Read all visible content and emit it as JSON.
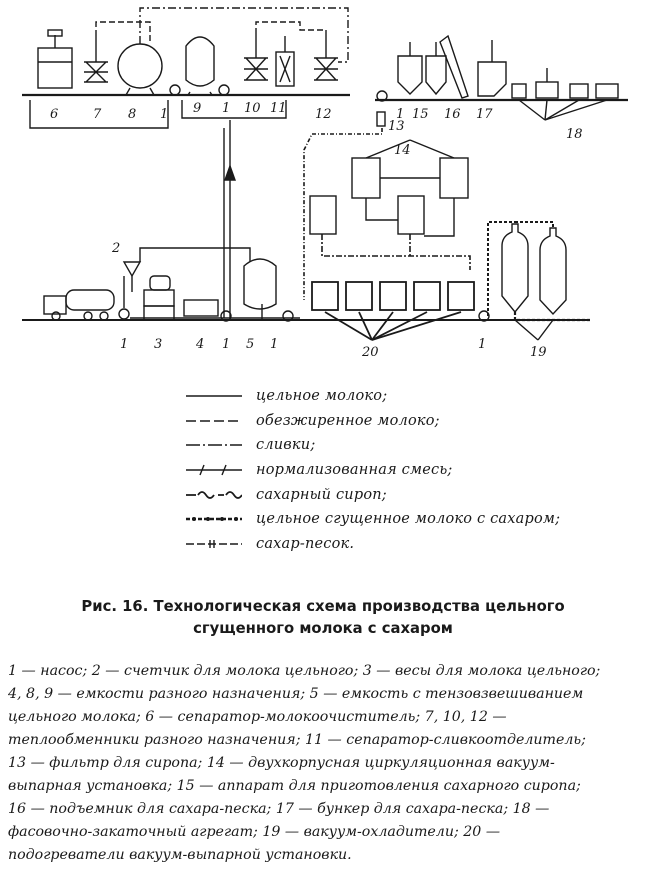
{
  "diagram": {
    "numbers": {
      "n6": "6",
      "n7": "7",
      "n8": "8",
      "n1a": "1",
      "n9": "9",
      "n1b": "1",
      "n10": "10",
      "n11": "11",
      "n12": "12",
      "n13": "13",
      "n1c": "1",
      "n15": "15",
      "n16": "16",
      "n17": "17",
      "n18": "18",
      "n14": "14",
      "n2": "2",
      "n1d": "1",
      "n3": "3",
      "n4": "4",
      "n1e": "1",
      "n5": "5",
      "n1f": "1",
      "n20": "20",
      "n1g": "1",
      "n19": "19"
    }
  },
  "legend": [
    {
      "style": "whole",
      "label": "цельное молоко;"
    },
    {
      "style": "skim",
      "label": "обезжиренное молоко;"
    },
    {
      "style": "cream",
      "label": "сливки;"
    },
    {
      "style": "normalized",
      "label": "нормализованная смесь;"
    },
    {
      "style": "syrup",
      "label": "сахарный сироп;"
    },
    {
      "style": "condensed",
      "label": "цельное сгущенное молоко с сахаром;"
    },
    {
      "style": "sugar",
      "label": "сахар-песок."
    }
  ],
  "caption": {
    "line1": "Рис. 16. Технологическая схема производства цельного",
    "line2": "сгущенного молока с сахаром"
  },
  "notes": [
    "1 — насос; 2 — счетчик для молока цельного; 3 — весы для молока цельного;",
    "4, 8, 9 — емкости разного назначения; 5 — емкость с тензовзвешиванием",
    "цельного молока; 6 — сепаратор-молокоочиститель; 7, 10, 12 —",
    "теплообменники разного назначения; 11 — сепаратор-сливкоотделитель;",
    "13 — фильтр для сиропа; 14 — двухкорпусная циркуляционная вакуум-",
    "выпарная установка; 15 — аппарат для приготовления сахарного сиропа;",
    "16 — подъемник для сахара-песка; 17 — бункер для сахара-песка; 18 —",
    "фасовочно-закаточный агрегат; 19 — вакуум-охладители; 20 —",
    "подогреватели вакуум-выпарной установки."
  ]
}
